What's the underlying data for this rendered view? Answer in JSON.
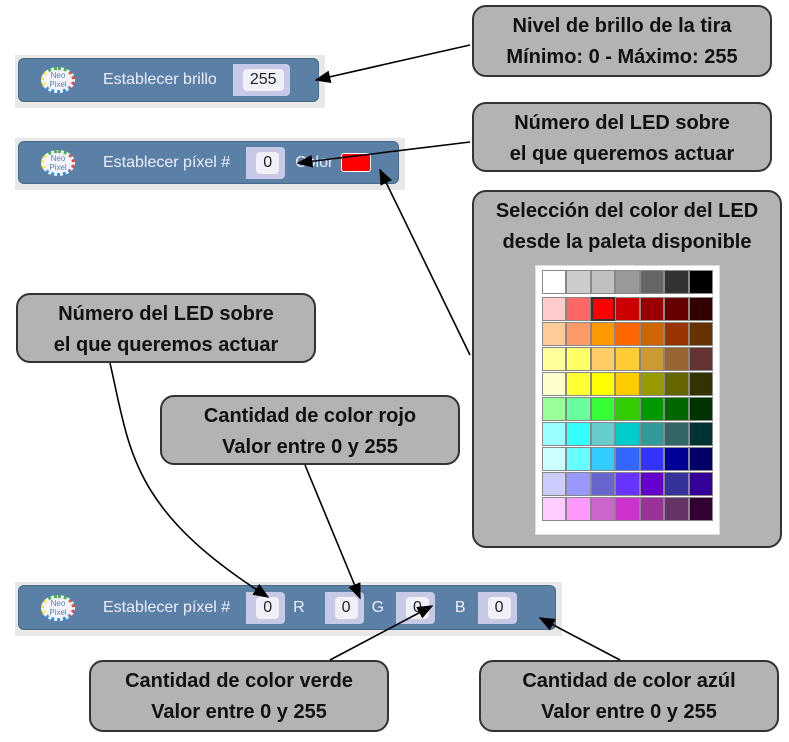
{
  "callouts": {
    "brightness": [
      "Nivel de brillo de la tira",
      "Mínimo: 0 - Máximo: 255"
    ],
    "led_number_top": [
      "Número del LED sobre",
      "el que queremos actuar"
    ],
    "color_select": [
      "Selección del color del LED",
      "desde la paleta disponible"
    ],
    "led_number_bottom": [
      "Número del LED sobre",
      "el que queremos actuar"
    ],
    "red": [
      "Cantidad de color rojo",
      "Valor entre 0 y 255"
    ],
    "green": [
      "Cantidad de color verde",
      "Valor entre 0 y 255"
    ],
    "blue": [
      "Cantidad de color azúl",
      "Valor entre 0 y 255"
    ]
  },
  "logo": [
    "Neo",
    "Pixel"
  ],
  "block_brightness": {
    "label": "Establecer brillo",
    "value": "255"
  },
  "block_pixel_color": {
    "label": "Establecer píxel #",
    "value": "0",
    "color_label": "Color",
    "color": "#ff0000"
  },
  "block_pixel_rgb": {
    "label": "Establecer píxel #",
    "value": "0",
    "r_label": "R",
    "r": "0",
    "g_label": "G",
    "g": "0",
    "b_label": "B",
    "b": "0"
  },
  "palette": [
    [
      "#ffffff",
      "#cccccc",
      "#c0c0c0",
      "#999999",
      "#666666",
      "#333333",
      "#000000"
    ],
    [
      "#ffcccc",
      "#ff6666",
      "#ff0000",
      "#cc0000",
      "#990000",
      "#660000",
      "#330000"
    ],
    [
      "#ffcc99",
      "#ff9966",
      "#ff9900",
      "#ff6600",
      "#cc6600",
      "#993300",
      "#663300"
    ],
    [
      "#ffff99",
      "#ffff66",
      "#ffcc66",
      "#ffcc33",
      "#cc9933",
      "#996633",
      "#663333"
    ],
    [
      "#ffffcc",
      "#ffff33",
      "#ffff00",
      "#ffcc00",
      "#999900",
      "#666600",
      "#333300"
    ],
    [
      "#99ff99",
      "#66ff99",
      "#33ff33",
      "#33cc00",
      "#009900",
      "#006600",
      "#003300"
    ],
    [
      "#99ffff",
      "#33ffff",
      "#66cccc",
      "#00cccc",
      "#339999",
      "#336666",
      "#003333"
    ],
    [
      "#ccffff",
      "#66ffff",
      "#33ccff",
      "#3366ff",
      "#3333ff",
      "#000099",
      "#000066"
    ],
    [
      "#ccccff",
      "#9999ff",
      "#6666cc",
      "#6633ff",
      "#6600cc",
      "#333399",
      "#330099"
    ],
    [
      "#ffccff",
      "#ff99ff",
      "#cc66cc",
      "#cc33cc",
      "#993399",
      "#663366",
      "#330033"
    ]
  ],
  "palette_selected": "#ff0000"
}
